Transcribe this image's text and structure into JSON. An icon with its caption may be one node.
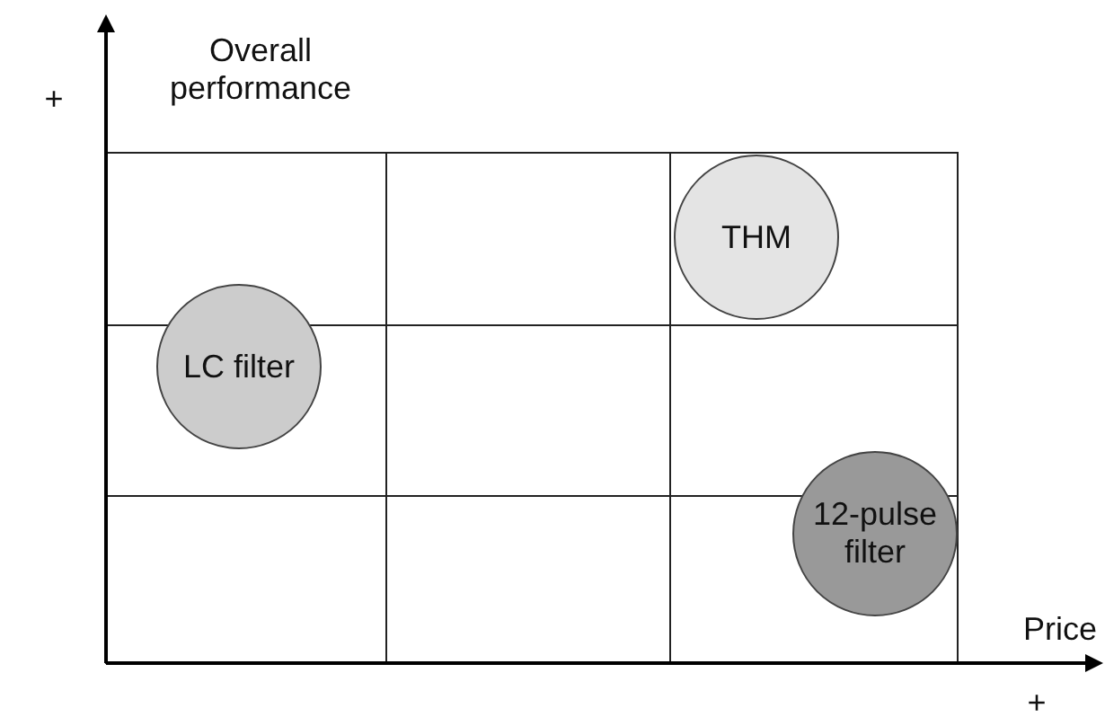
{
  "diagram": {
    "nodes": [
      {
        "text": [
          "THM"
        ]
      },
      {
        "text": [
          "LC filter"
        ]
      },
      {
        "text": [
          "12-pulse filter"
        ]
      }
    ],
    "labels": [
      "+",
      "Overall performance",
      "Price",
      "+"
    ]
  }
}
